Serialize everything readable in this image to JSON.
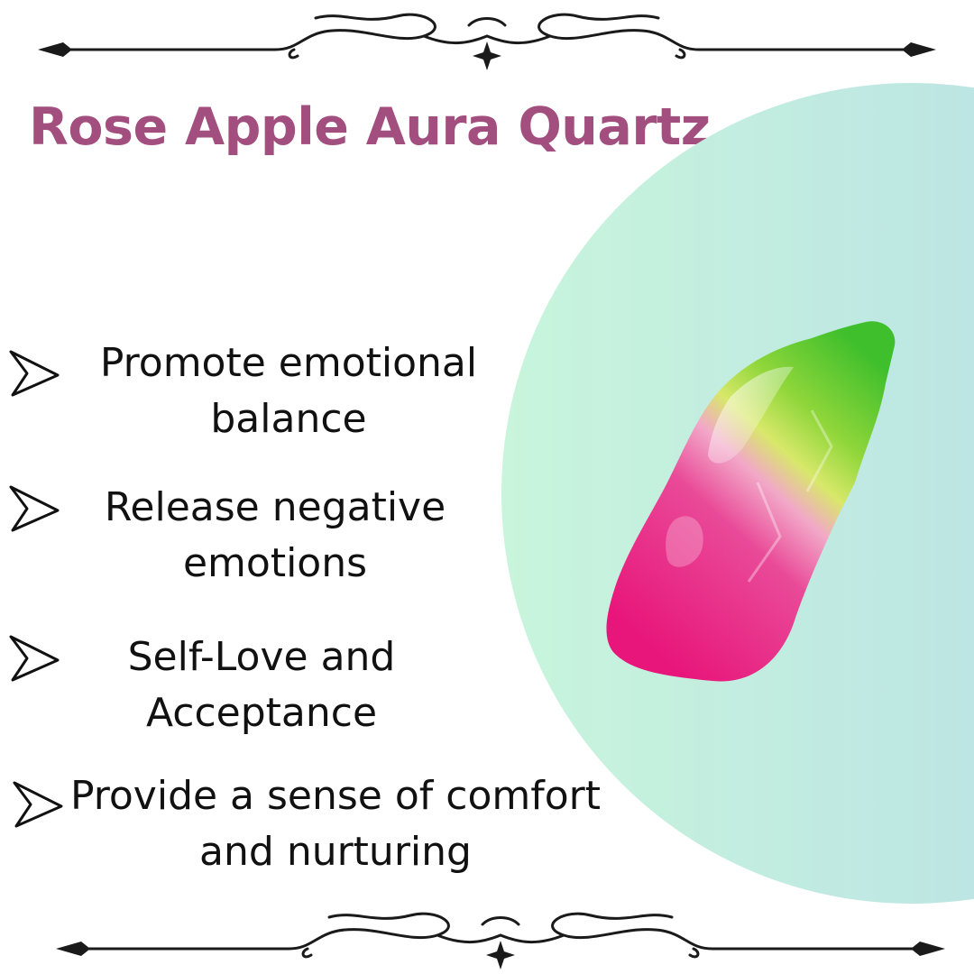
{
  "title": "Rose Apple Aura Quartz",
  "colors": {
    "title": "#a24e7e",
    "text": "#111111",
    "circle_gradient_start": "#c8f5dc",
    "circle_gradient_end": "#a9d5ee",
    "crystal_pink": "#e6287f",
    "crystal_green": "#5fcf3d"
  },
  "benefits": [
    {
      "line1": "Promote emotional",
      "line2": "balance"
    },
    {
      "line1": "Release negative",
      "line2": "emotions"
    },
    {
      "line1": "Self-Love and",
      "line2": "Acceptance"
    },
    {
      "line1": "Provide a sense of comfort",
      "line2": "and nurturing"
    }
  ],
  "icons": {
    "bullet": "chevron-arrow-icon",
    "divider": "ornamental-flourish-icon"
  }
}
